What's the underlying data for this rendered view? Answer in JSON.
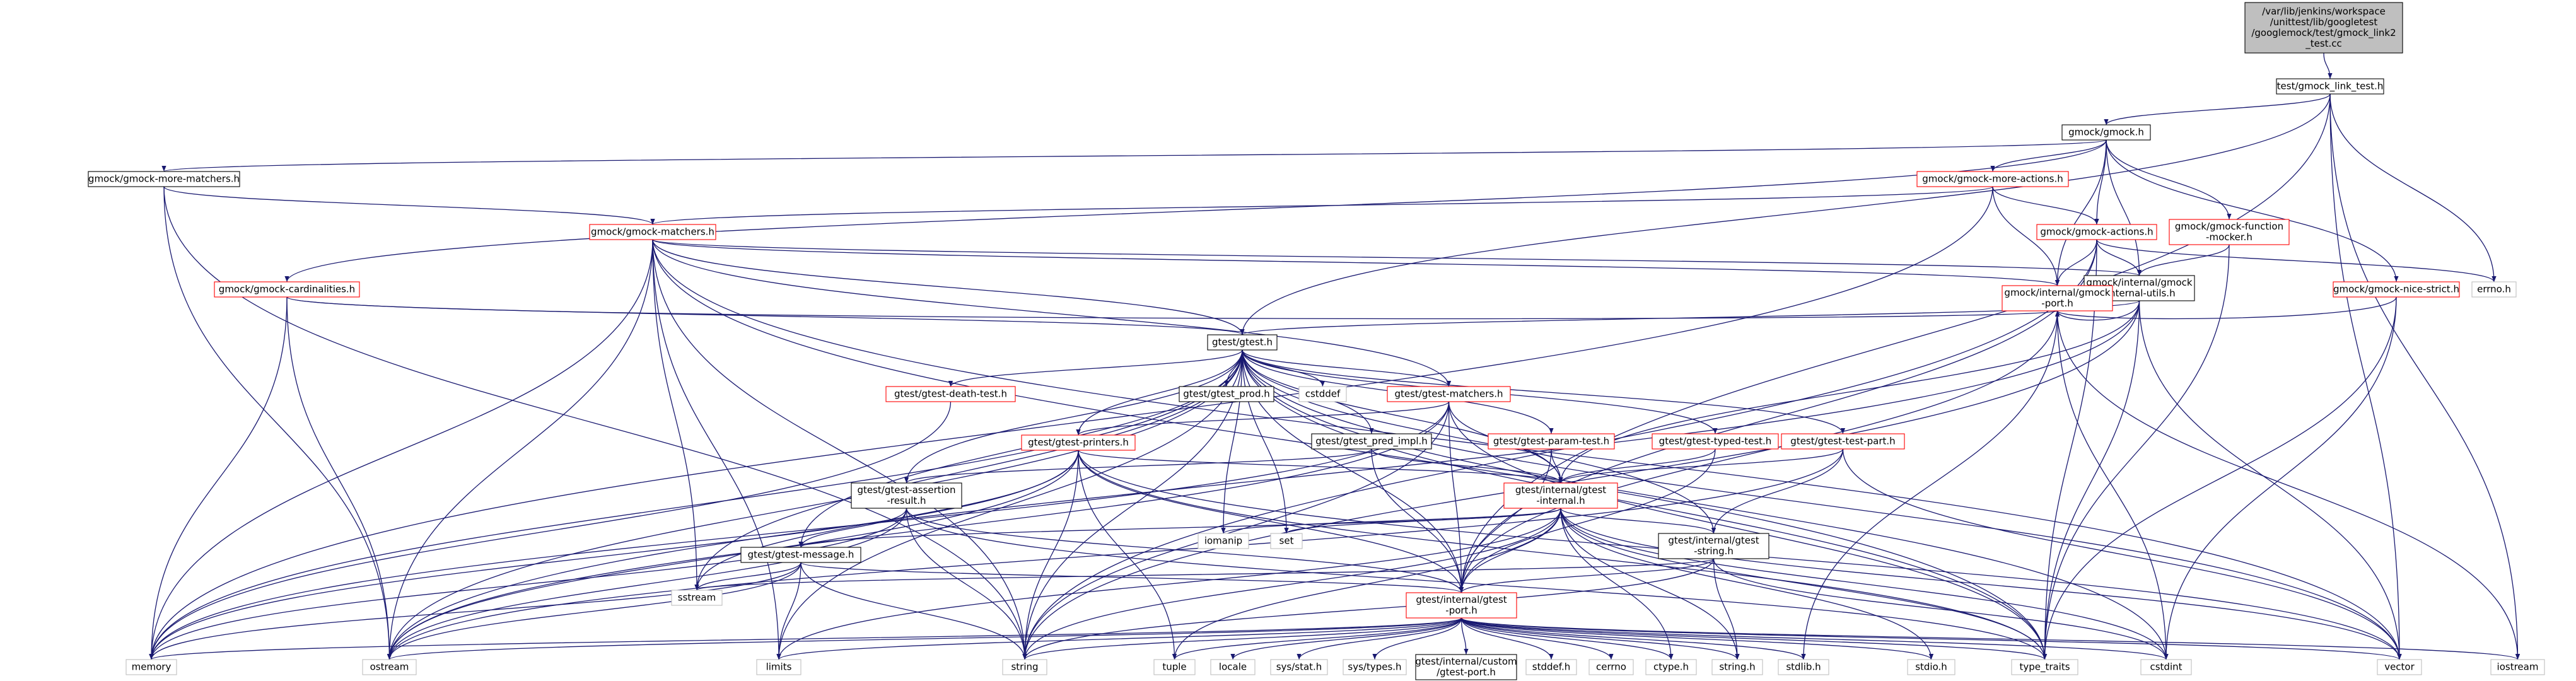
{
  "colors": {
    "background": "#ffffff",
    "edge": "#191970",
    "box_default": "#bfbfbf",
    "box_missing": "#ff0000",
    "box_root_fill": "#bfbfbf",
    "box_root_stroke": "#000000",
    "box_resolved": "#000000",
    "text": "#000000"
  },
  "nodes": [
    {
      "id": "root",
      "lines": [
        "/var/lib/jenkins/workspace",
        "/unittest/lib/googletest",
        "/googlemock/test/gmock_link2",
        "_test.cc"
      ],
      "kind": "root"
    },
    {
      "id": "gmock_link_test_h",
      "lines": [
        "test/gmock_link_test.h"
      ],
      "kind": "resolved"
    },
    {
      "id": "gmock_h",
      "lines": [
        "gmock/gmock.h"
      ],
      "kind": "resolved"
    },
    {
      "id": "gmock_more_matchers_h",
      "lines": [
        "gmock/gmock-more-matchers.h"
      ],
      "kind": "resolved"
    },
    {
      "id": "gmock_more_actions_h",
      "lines": [
        "gmock/gmock-more-actions.h"
      ],
      "kind": "missing"
    },
    {
      "id": "gmock_matchers_h",
      "lines": [
        "gmock/gmock-matchers.h"
      ],
      "kind": "missing"
    },
    {
      "id": "gmock_actions_h",
      "lines": [
        "gmock/gmock-actions.h"
      ],
      "kind": "missing"
    },
    {
      "id": "gmock_function_mocker_h",
      "lines": [
        "gmock/gmock-function",
        "-mocker.h"
      ],
      "kind": "missing"
    },
    {
      "id": "gmock_cardinalities_h",
      "lines": [
        "gmock/gmock-cardinalities.h"
      ],
      "kind": "missing"
    },
    {
      "id": "gmock_internal_utils_h",
      "lines": [
        "gmock/internal/gmock",
        "-internal-utils.h"
      ],
      "kind": "resolved"
    },
    {
      "id": "gmock_nice_strict_h",
      "lines": [
        "gmock/gmock-nice-strict.h"
      ],
      "kind": "missing"
    },
    {
      "id": "errno_h",
      "lines": [
        "errno.h"
      ],
      "kind": "default"
    },
    {
      "id": "gmock_port_h",
      "lines": [
        "gmock/internal/gmock",
        "-port.h"
      ],
      "kind": "missing"
    },
    {
      "id": "gtest_h",
      "lines": [
        "gtest/gtest.h"
      ],
      "kind": "resolved"
    },
    {
      "id": "gtest_death_test_h",
      "lines": [
        "gtest/gtest-death-test.h"
      ],
      "kind": "missing"
    },
    {
      "id": "gtest_prod_h",
      "lines": [
        "gtest/gtest_prod.h"
      ],
      "kind": "resolved"
    },
    {
      "id": "cstddef",
      "lines": [
        "cstddef"
      ],
      "kind": "default"
    },
    {
      "id": "gtest_matchers_h",
      "lines": [
        "gtest/gtest-matchers.h"
      ],
      "kind": "missing"
    },
    {
      "id": "gtest_printers_h",
      "lines": [
        "gtest/gtest-printers.h"
      ],
      "kind": "missing"
    },
    {
      "id": "gtest_pred_impl_h",
      "lines": [
        "gtest/gtest_pred_impl.h"
      ],
      "kind": "resolved"
    },
    {
      "id": "gtest_param_test_h",
      "lines": [
        "gtest/gtest-param-test.h"
      ],
      "kind": "missing"
    },
    {
      "id": "gtest_typed_test_h",
      "lines": [
        "gtest/gtest-typed-test.h"
      ],
      "kind": "missing"
    },
    {
      "id": "gtest_test_part_h",
      "lines": [
        "gtest/gtest-test-part.h"
      ],
      "kind": "missing"
    },
    {
      "id": "gtest_assertion_result_h",
      "lines": [
        "gtest/gtest-assertion",
        "-result.h"
      ],
      "kind": "resolved"
    },
    {
      "id": "gtest_internal_h",
      "lines": [
        "gtest/internal/gtest",
        "-internal.h"
      ],
      "kind": "missing"
    },
    {
      "id": "iomanip",
      "lines": [
        "iomanip"
      ],
      "kind": "default"
    },
    {
      "id": "set",
      "lines": [
        "set"
      ],
      "kind": "default"
    },
    {
      "id": "gtest_message_h",
      "lines": [
        "gtest/gtest-message.h"
      ],
      "kind": "resolved"
    },
    {
      "id": "gtest_string_h",
      "lines": [
        "gtest/internal/gtest",
        "-string.h"
      ],
      "kind": "resolved"
    },
    {
      "id": "sstream",
      "lines": [
        "sstream"
      ],
      "kind": "default"
    },
    {
      "id": "gtest_port_h",
      "lines": [
        "gtest/internal/gtest",
        "-port.h"
      ],
      "kind": "missing"
    },
    {
      "id": "memory",
      "lines": [
        "memory"
      ],
      "kind": "default"
    },
    {
      "id": "ostream",
      "lines": [
        "ostream"
      ],
      "kind": "default"
    },
    {
      "id": "limits",
      "lines": [
        "limits"
      ],
      "kind": "default"
    },
    {
      "id": "string",
      "lines": [
        "string"
      ],
      "kind": "default"
    },
    {
      "id": "tuple",
      "lines": [
        "tuple"
      ],
      "kind": "default"
    },
    {
      "id": "locale",
      "lines": [
        "locale"
      ],
      "kind": "default"
    },
    {
      "id": "sys_stat_h",
      "lines": [
        "sys/stat.h"
      ],
      "kind": "default"
    },
    {
      "id": "sys_types_h",
      "lines": [
        "sys/types.h"
      ],
      "kind": "default"
    },
    {
      "id": "gtest_custom_port_h",
      "lines": [
        "gtest/internal/custom",
        "/gtest-port.h"
      ],
      "kind": "resolved"
    },
    {
      "id": "stddef_h",
      "lines": [
        "stddef.h"
      ],
      "kind": "default"
    },
    {
      "id": "cerrno",
      "lines": [
        "cerrno"
      ],
      "kind": "default"
    },
    {
      "id": "ctype_h",
      "lines": [
        "ctype.h"
      ],
      "kind": "default"
    },
    {
      "id": "string_h",
      "lines": [
        "string.h"
      ],
      "kind": "default"
    },
    {
      "id": "stdlib_h",
      "lines": [
        "stdlib.h"
      ],
      "kind": "default"
    },
    {
      "id": "stdio_h",
      "lines": [
        "stdio.h"
      ],
      "kind": "default"
    },
    {
      "id": "type_traits",
      "lines": [
        "type_traits"
      ],
      "kind": "default"
    },
    {
      "id": "cstdint",
      "lines": [
        "cstdint"
      ],
      "kind": "default"
    },
    {
      "id": "vector",
      "lines": [
        "vector"
      ],
      "kind": "default"
    },
    {
      "id": "iostream",
      "lines": [
        "iostream"
      ],
      "kind": "default"
    }
  ],
  "edges": [
    [
      "root",
      "gmock_link_test_h"
    ],
    [
      "gmock_link_test_h",
      "gmock_h"
    ],
    [
      "gmock_link_test_h",
      "gtest_h"
    ],
    [
      "gmock_link_test_h",
      "gtest_port_h"
    ],
    [
      "gmock_link_test_h",
      "errno_h"
    ],
    [
      "gmock_link_test_h",
      "iostream"
    ],
    [
      "gmock_link_test_h",
      "vector"
    ],
    [
      "gmock_h",
      "gmock_more_matchers_h"
    ],
    [
      "gmock_h",
      "gmock_more_actions_h"
    ],
    [
      "gmock_h",
      "gmock_actions_h"
    ],
    [
      "gmock_h",
      "gmock_function_mocker_h"
    ],
    [
      "gmock_h",
      "gmock_cardinalities_h"
    ],
    [
      "gmock_h",
      "gmock_internal_utils_h"
    ],
    [
      "gmock_h",
      "gmock_nice_strict_h"
    ],
    [
      "gmock_h",
      "gmock_port_h"
    ],
    [
      "gmock_more_matchers_h",
      "gmock_matchers_h"
    ],
    [
      "gmock_more_matchers_h",
      "ostream"
    ],
    [
      "gmock_more_matchers_h",
      "string"
    ],
    [
      "gmock_more_actions_h",
      "gmock_actions_h"
    ],
    [
      "gmock_more_actions_h",
      "gmock_port_h"
    ],
    [
      "gmock_more_actions_h",
      "memory"
    ],
    [
      "gmock_more_actions_h",
      "gmock_matchers_h"
    ],
    [
      "gmock_actions_h",
      "gmock_internal_utils_h"
    ],
    [
      "gmock_actions_h",
      "gmock_port_h"
    ],
    [
      "gmock_actions_h",
      "errno_h"
    ],
    [
      "gmock_actions_h",
      "type_traits"
    ],
    [
      "gmock_actions_h",
      "gtest_port_h"
    ],
    [
      "gmock_actions_h",
      "string"
    ],
    [
      "gmock_function_mocker_h",
      "gmock_internal_utils_h"
    ],
    [
      "gmock_function_mocker_h",
      "type_traits"
    ],
    [
      "gmock_cardinalities_h",
      "gtest_h"
    ],
    [
      "gmock_cardinalities_h",
      "gmock_port_h"
    ],
    [
      "gmock_cardinalities_h",
      "memory"
    ],
    [
      "gmock_cardinalities_h",
      "ostream"
    ],
    [
      "gmock_matchers_h",
      "gtest_h"
    ],
    [
      "gmock_matchers_h",
      "gmock_internal_utils_h"
    ],
    [
      "gmock_matchers_h",
      "gmock_port_h"
    ],
    [
      "gmock_matchers_h",
      "gtest_matchers_h"
    ],
    [
      "gmock_matchers_h",
      "memory"
    ],
    [
      "gmock_matchers_h",
      "ostream"
    ],
    [
      "gmock_matchers_h",
      "sstream"
    ],
    [
      "gmock_matchers_h",
      "string"
    ],
    [
      "gmock_matchers_h",
      "limits"
    ],
    [
      "gmock_matchers_h",
      "type_traits"
    ],
    [
      "gmock_matchers_h",
      "vector"
    ],
    [
      "gmock_internal_utils_h",
      "gmock_port_h"
    ],
    [
      "gmock_internal_utils_h",
      "gtest_h"
    ],
    [
      "gmock_internal_utils_h",
      "ostream"
    ],
    [
      "gmock_internal_utils_h",
      "string"
    ],
    [
      "gmock_internal_utils_h",
      "type_traits"
    ],
    [
      "gmock_internal_utils_h",
      "vector"
    ],
    [
      "gmock_internal_utils_h",
      "gtest_internal_h"
    ],
    [
      "gmock_nice_strict_h",
      "gmock_port_h"
    ],
    [
      "gmock_nice_strict_h",
      "type_traits"
    ],
    [
      "gmock_nice_strict_h",
      "cstdint"
    ],
    [
      "gmock_port_h",
      "gtest_port_h"
    ],
    [
      "gmock_port_h",
      "cstdint"
    ],
    [
      "gmock_port_h",
      "iostream"
    ],
    [
      "gmock_port_h",
      "stdlib_h"
    ],
    [
      "gtest_h",
      "gtest_death_test_h"
    ],
    [
      "gtest_h",
      "gtest_prod_h"
    ],
    [
      "gtest_h",
      "cstddef"
    ],
    [
      "gtest_h",
      "gtest_matchers_h"
    ],
    [
      "gtest_h",
      "gtest_printers_h"
    ],
    [
      "gtest_h",
      "gtest_pred_impl_h"
    ],
    [
      "gtest_h",
      "gtest_param_test_h"
    ],
    [
      "gtest_h",
      "gtest_typed_test_h"
    ],
    [
      "gtest_h",
      "gtest_test_part_h"
    ],
    [
      "gtest_h",
      "gtest_assertion_result_h"
    ],
    [
      "gtest_h",
      "gtest_message_h"
    ],
    [
      "gtest_h",
      "gtest_internal_h"
    ],
    [
      "gtest_h",
      "gtest_string_h"
    ],
    [
      "gtest_h",
      "gtest_port_h"
    ],
    [
      "gtest_h",
      "memory"
    ],
    [
      "gtest_h",
      "ostream"
    ],
    [
      "gtest_h",
      "limits"
    ],
    [
      "gtest_h",
      "string"
    ],
    [
      "gtest_h",
      "vector"
    ],
    [
      "gtest_h",
      "iomanip"
    ],
    [
      "gtest_h",
      "set"
    ],
    [
      "gtest_h",
      "sstream"
    ],
    [
      "gtest_h",
      "type_traits"
    ],
    [
      "gtest_h",
      "cstdint"
    ],
    [
      "gtest_death_test_h",
      "memory"
    ],
    [
      "gtest_matchers_h",
      "gtest_printers_h"
    ],
    [
      "gtest_matchers_h",
      "gtest_internal_h"
    ],
    [
      "gtest_matchers_h",
      "gtest_port_h"
    ],
    [
      "gtest_matchers_h",
      "memory"
    ],
    [
      "gtest_matchers_h",
      "ostream"
    ],
    [
      "gtest_matchers_h",
      "string"
    ],
    [
      "gtest_matchers_h",
      "type_traits"
    ],
    [
      "gtest_matchers_h",
      "atomic_dummy"
    ],
    [
      "gtest_printers_h",
      "gtest_internal_h"
    ],
    [
      "gtest_printers_h",
      "gtest_port_h"
    ],
    [
      "gtest_printers_h",
      "memory"
    ],
    [
      "gtest_printers_h",
      "ostream"
    ],
    [
      "gtest_printers_h",
      "sstream"
    ],
    [
      "gtest_printers_h",
      "string"
    ],
    [
      "gtest_printers_h",
      "tuple"
    ],
    [
      "gtest_printers_h",
      "type_traits"
    ],
    [
      "gtest_printers_h",
      "vector"
    ],
    [
      "gtest_pred_impl_h",
      "gtest_assertion_result_h"
    ],
    [
      "gtest_pred_impl_h",
      "gtest_internal_h"
    ],
    [
      "gtest_pred_impl_h",
      "gtest_port_h"
    ],
    [
      "gtest_param_test_h",
      "gtest_internal_h"
    ],
    [
      "gtest_param_test_h",
      "gtest_port_h"
    ],
    [
      "gtest_param_test_h",
      "utility_dummy"
    ],
    [
      "gtest_typed_test_h",
      "gtest_internal_h"
    ],
    [
      "gtest_typed_test_h",
      "gtest_port_h"
    ],
    [
      "gtest_test_part_h",
      "gtest_internal_h"
    ],
    [
      "gtest_test_part_h",
      "gtest_string_h"
    ],
    [
      "gtest_test_part_h",
      "iosfwd_dummy"
    ],
    [
      "gtest_test_part_h",
      "ostream"
    ],
    [
      "gtest_test_part_h",
      "vector"
    ],
    [
      "gtest_assertion_result_h",
      "gtest_message_h"
    ],
    [
      "gtest_assertion_result_h",
      "gtest_port_h"
    ],
    [
      "gtest_assertion_result_h",
      "memory"
    ],
    [
      "gtest_assertion_result_h",
      "ostream"
    ],
    [
      "gtest_assertion_result_h",
      "string"
    ],
    [
      "gtest_assertion_result_h",
      "type_traits"
    ],
    [
      "gtest_internal_h",
      "gtest_message_h"
    ],
    [
      "gtest_internal_h",
      "gtest_string_h"
    ],
    [
      "gtest_internal_h",
      "gtest_port_h"
    ],
    [
      "gtest_internal_h",
      "iomanip"
    ],
    [
      "gtest_internal_h",
      "set"
    ],
    [
      "gtest_internal_h",
      "limits"
    ],
    [
      "gtest_internal_h",
      "string"
    ],
    [
      "gtest_internal_h",
      "ctype_h"
    ],
    [
      "gtest_internal_h",
      "string_h"
    ],
    [
      "gtest_internal_h",
      "type_traits"
    ],
    [
      "gtest_internal_h",
      "cstdint"
    ],
    [
      "gtest_internal_h",
      "vector"
    ],
    [
      "gtest_internal_h",
      "tuple"
    ],
    [
      "gtest_internal_h",
      "stdio_h"
    ],
    [
      "gtest_message_h",
      "sstream"
    ],
    [
      "gtest_message_h",
      "gtest_port_h"
    ],
    [
      "gtest_message_h",
      "memory"
    ],
    [
      "gtest_message_h",
      "ostream"
    ],
    [
      "gtest_message_h",
      "limits"
    ],
    [
      "gtest_message_h",
      "string"
    ],
    [
      "gtest_string_h",
      "gtest_port_h"
    ],
    [
      "gtest_string_h",
      "sstream"
    ],
    [
      "gtest_string_h",
      "string"
    ],
    [
      "gtest_string_h",
      "string_h"
    ],
    [
      "gtest_string_h",
      "cstdint"
    ],
    [
      "gtest_port_h",
      "memory"
    ],
    [
      "gtest_port_h",
      "ostream"
    ],
    [
      "gtest_port_h",
      "limits"
    ],
    [
      "gtest_port_h",
      "string"
    ],
    [
      "gtest_port_h",
      "tuple"
    ],
    [
      "gtest_port_h",
      "locale"
    ],
    [
      "gtest_port_h",
      "sys_stat_h"
    ],
    [
      "gtest_port_h",
      "sys_types_h"
    ],
    [
      "gtest_port_h",
      "gtest_custom_port_h"
    ],
    [
      "gtest_port_h",
      "stddef_h"
    ],
    [
      "gtest_port_h",
      "cerrno"
    ],
    [
      "gtest_port_h",
      "ctype_h"
    ],
    [
      "gtest_port_h",
      "string_h"
    ],
    [
      "gtest_port_h",
      "stdlib_h"
    ],
    [
      "gtest_port_h",
      "stdio_h"
    ],
    [
      "gtest_port_h",
      "type_traits"
    ],
    [
      "gtest_port_h",
      "cstdint"
    ],
    [
      "gtest_port_h",
      "vector"
    ],
    [
      "gtest_port_h",
      "iostream"
    ]
  ]
}
